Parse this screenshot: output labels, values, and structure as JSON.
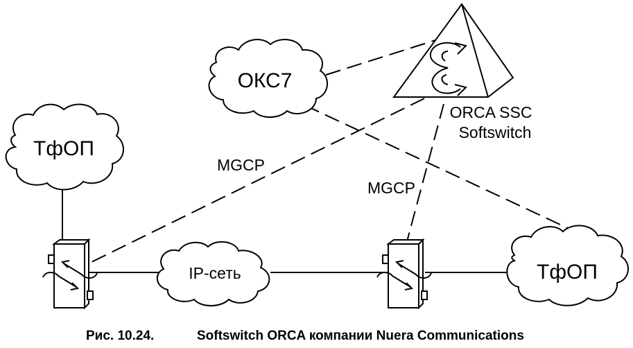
{
  "diagram": {
    "nodes": {
      "pstn_top_left": "ТфОП",
      "ss7_cloud": "ОКС7",
      "softswitch_label_line1": "ORCA SSC",
      "softswitch_label_line2": "Softswitch",
      "ip_network": "IP-сеть",
      "pstn_right": "ТфОП"
    },
    "links": {
      "mgcp_left": "MGCP",
      "mgcp_right": "MGCP"
    },
    "caption": {
      "number": "Рис. 10.24.",
      "text": "Softswitch ORCA компании Nuera Communications"
    }
  }
}
